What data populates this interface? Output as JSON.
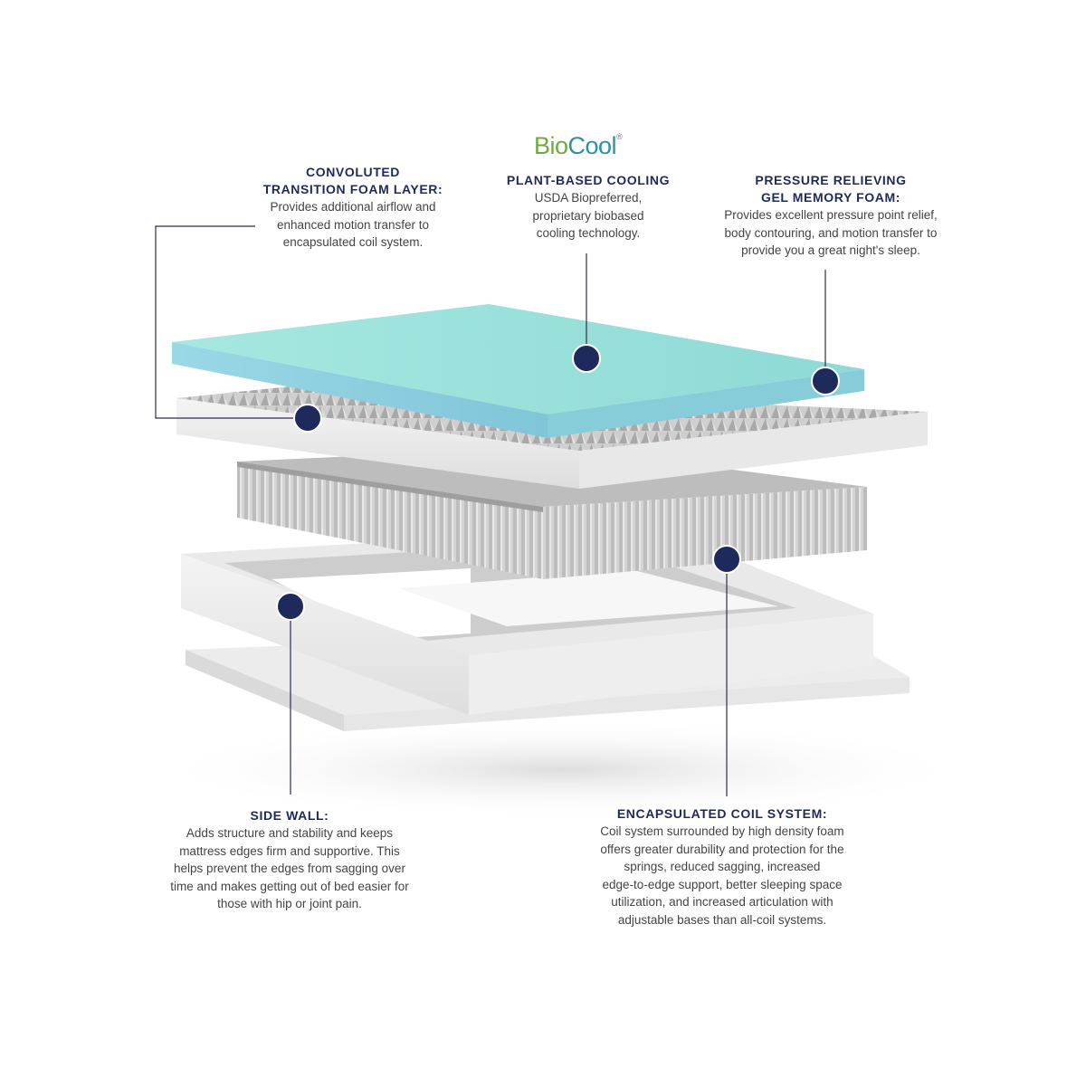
{
  "logo": {
    "part1": "Bio",
    "part2": "Cool",
    "mark": "®"
  },
  "callouts": {
    "transition": {
      "title": [
        "CONVOLUTED",
        "TRANSITION FOAM LAYER:"
      ],
      "body": [
        "Provides additional airflow and",
        "enhanced motion transfer to",
        "encapsulated coil system."
      ]
    },
    "cooling": {
      "title": [
        "PLANT-BASED COOLING"
      ],
      "body": [
        "USDA Biopreferred,",
        "proprietary biobased",
        "cooling technology."
      ]
    },
    "gel": {
      "title": [
        "PRESSURE RELIEVING",
        "GEL MEMORY FOAM:"
      ],
      "body": [
        "Provides excellent pressure point relief,",
        "body contouring, and motion transfer to",
        "provide you a great night's sleep."
      ]
    },
    "sidewall": {
      "title": [
        "SIDE WALL:"
      ],
      "body": [
        "Adds structure and stability and keeps",
        "mattress edges firm and supportive. This",
        "helps prevent the edges from sagging over",
        "time and makes getting out of bed easier for",
        "those with hip or joint pain."
      ]
    },
    "coil": {
      "title": [
        "ENCAPSULATED COIL SYSTEM:"
      ],
      "body": [
        "Coil system surrounded by high density foam",
        "offers greater durability and protection for the",
        "springs, reduced sagging, increased",
        "edge-to-edge support, better sleeping space",
        "utilization, and increased articulation with",
        "adjustable bases than all-coil systems."
      ]
    }
  },
  "colors": {
    "accent_navy": "#1f2a5c",
    "gel_foam_top": "#9fe0d6",
    "gel_foam_side": "#8fd0dd",
    "foam_white": "#f2f2f2",
    "foam_gray": "#d9d9d9",
    "coil_gray": "#c8c8c8",
    "logo_green": "#6cab3f",
    "logo_blue": "#2e8fa8"
  }
}
